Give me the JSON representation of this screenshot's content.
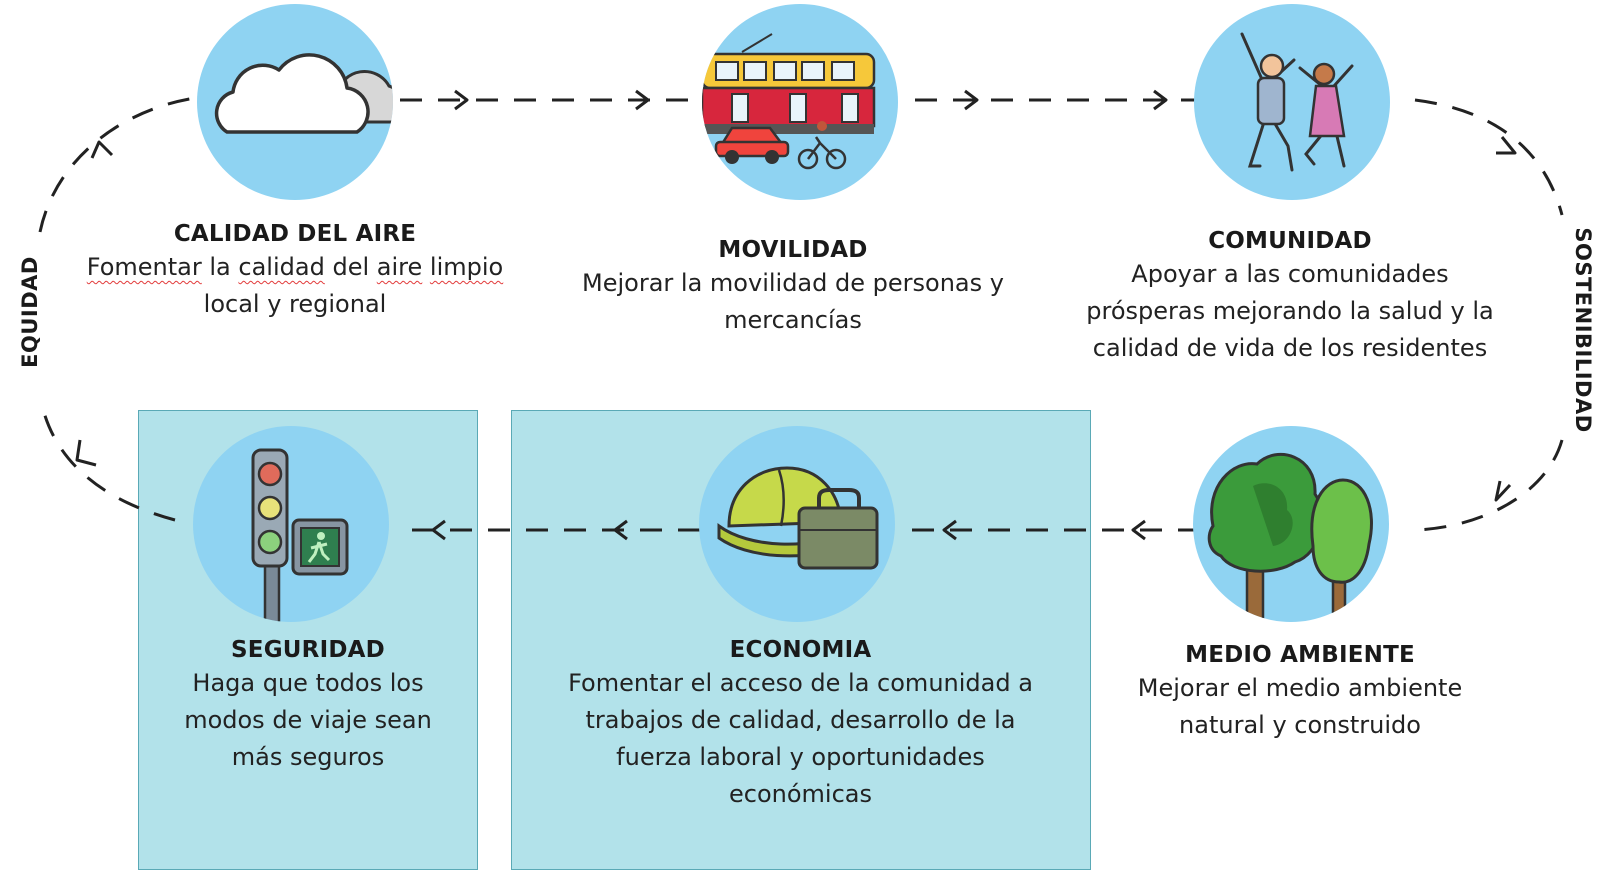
{
  "side_labels": {
    "left": "EQUIDAD",
    "right": "SOSTENIBILIDAD"
  },
  "nodes": [
    {
      "id": "calidad-aire",
      "title": "CALIDAD DEL AIRE",
      "description": "Fomentar la calidad del aire limpio local y regional",
      "desc_parts": [
        "Fomentar",
        "la",
        "calidad",
        "del",
        "aire",
        "limpio",
        "local y regional"
      ],
      "icon": "cloud-icon"
    },
    {
      "id": "movilidad",
      "title": "MOVILIDAD",
      "description": "Mejorar la movilidad de personas y mercancías",
      "icon": "bus-car-bicycle-icon"
    },
    {
      "id": "comunidad",
      "title": "COMUNIDAD",
      "description": "Apoyar a las comunidades prósperas mejorando la salud y la calidad de vida de los residentes",
      "icon": "people-dancing-icon"
    },
    {
      "id": "medio-ambiente",
      "title": "MEDIO AMBIENTE",
      "description": "Mejorar el medio ambiente natural y construido",
      "icon": "trees-icon"
    },
    {
      "id": "economia",
      "title": "ECONOMIA",
      "description": "Fomentar el acceso de la comunidad a trabajos de calidad, desarrollo de la fuerza laboral y oportunidades económicas",
      "icon": "hardhat-briefcase-icon"
    },
    {
      "id": "seguridad",
      "title": "SEGURIDAD",
      "description": "Haga que todos los modos de viaje sean más seguros",
      "icon": "traffic-light-icon"
    }
  ],
  "colors": {
    "circle": "#8fd3f2",
    "panel": "#b2e2ea",
    "panel_border": "#5aa9b6",
    "arrow": "#222222",
    "spellcheck_underline": "#e23b3b"
  }
}
